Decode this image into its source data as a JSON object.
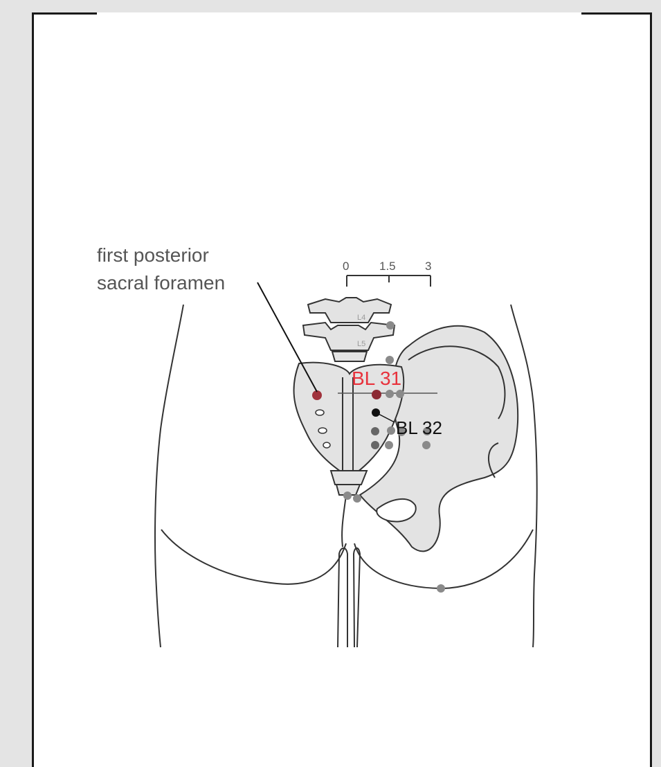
{
  "annotation": {
    "line1": "first posterior",
    "line2": "sacral foramen"
  },
  "scale": {
    "tick0": "0",
    "tick1": "1.5",
    "tick2": "3"
  },
  "vertebrae": {
    "upper": "L4",
    "lower": "L5"
  },
  "points": {
    "primary": {
      "label": "BL 31",
      "color": "#e8323c"
    },
    "secondary": {
      "label": "BL 32",
      "color": "#111111"
    }
  },
  "colors": {
    "bone_fill": "#e3e3e3",
    "outline": "#333333",
    "point_gray": "#8a8a8a"
  }
}
